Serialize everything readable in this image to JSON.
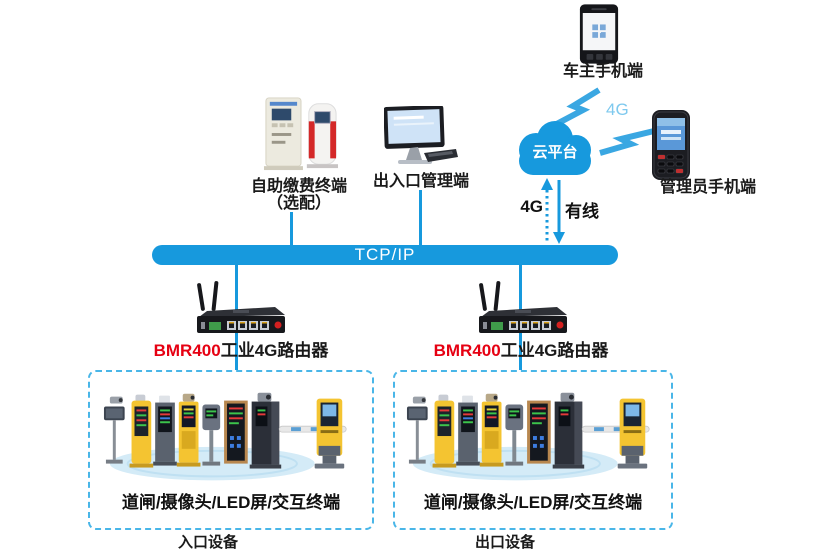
{
  "colors": {
    "primary_blue": "#1799dd",
    "light_blue_4g": "#7ec9ee",
    "bolt_blue": "#3aa7e2",
    "zone_border_blue": "#49b6e8",
    "router_model_red": "#e60012",
    "text_black": "#1a1a1a"
  },
  "owner_phone": {
    "label": "车主手机端"
  },
  "cloud": {
    "label": "云平台"
  },
  "admin_handheld": {
    "label": "管理员手机端",
    "wireless_label": "4G"
  },
  "payment_kiosk": {
    "label": "自助缴费终端",
    "sublabel": "（选配）"
  },
  "management_pc": {
    "label": "出入口管理端"
  },
  "cloud_links": {
    "up_4g_label": "4G",
    "wired_label": "有线"
  },
  "backbone": {
    "label": "TCP/IP"
  },
  "router": {
    "model": "BMR400",
    "name": "工业4G路由器"
  },
  "entrance_zone": {
    "devices": "道闸/摄像头/LED屏/交互终端",
    "label": "入口设备"
  },
  "exit_zone": {
    "devices": "道闸/摄像头/LED屏/交互终端",
    "label": "出口设备"
  }
}
